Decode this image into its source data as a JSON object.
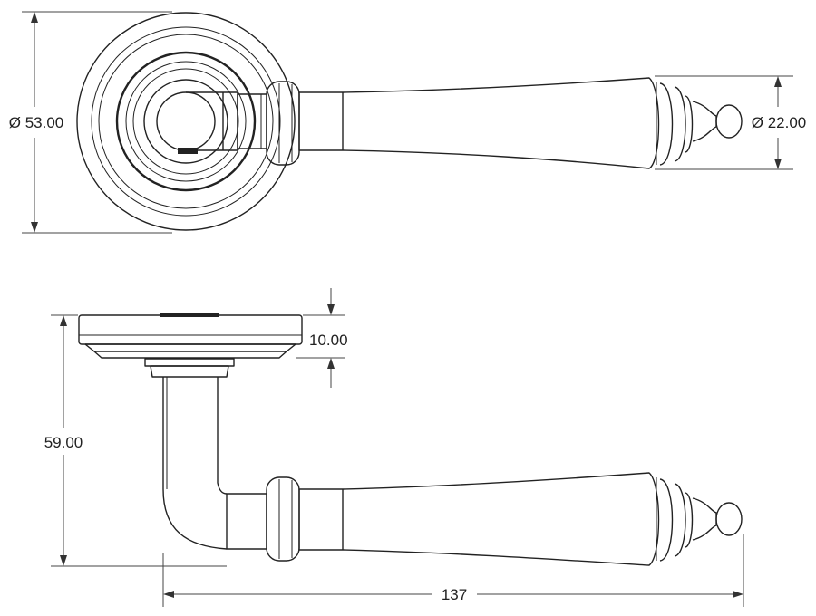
{
  "top_view": {
    "rose_diameter": "Ø 53.00",
    "lever_end_diameter": "Ø 22.00"
  },
  "side_view": {
    "rose_thickness": "10.00",
    "height": "59.00",
    "overall_length": "137"
  }
}
